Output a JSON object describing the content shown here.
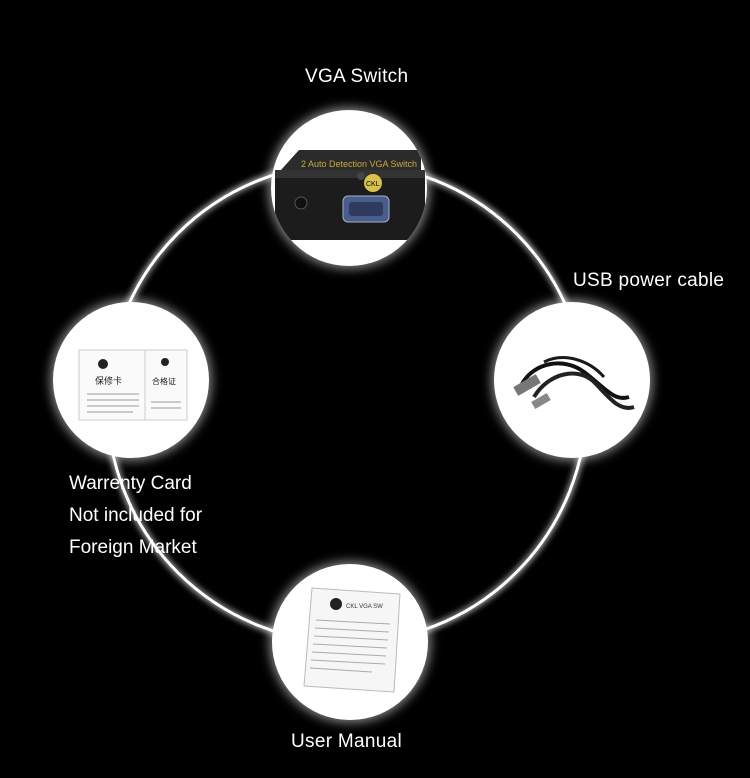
{
  "labels": {
    "vga_switch": "VGA Switch",
    "usb_cable": "USB power cable",
    "warranty_line1": "Warrenty Card",
    "warranty_line2": "Not included for",
    "warranty_line3": "Foreign Market",
    "user_manual": "User Manual"
  },
  "product": {
    "switch_text": "2 Auto Detection VGA Switch",
    "brand": "CKL",
    "card_title": "保修卡",
    "card_right": "合格证",
    "manual_title": "CKL VGA SW"
  },
  "colors": {
    "background": "#000000",
    "ring": "#ffffff",
    "accent_gold": "#c8a93a"
  }
}
